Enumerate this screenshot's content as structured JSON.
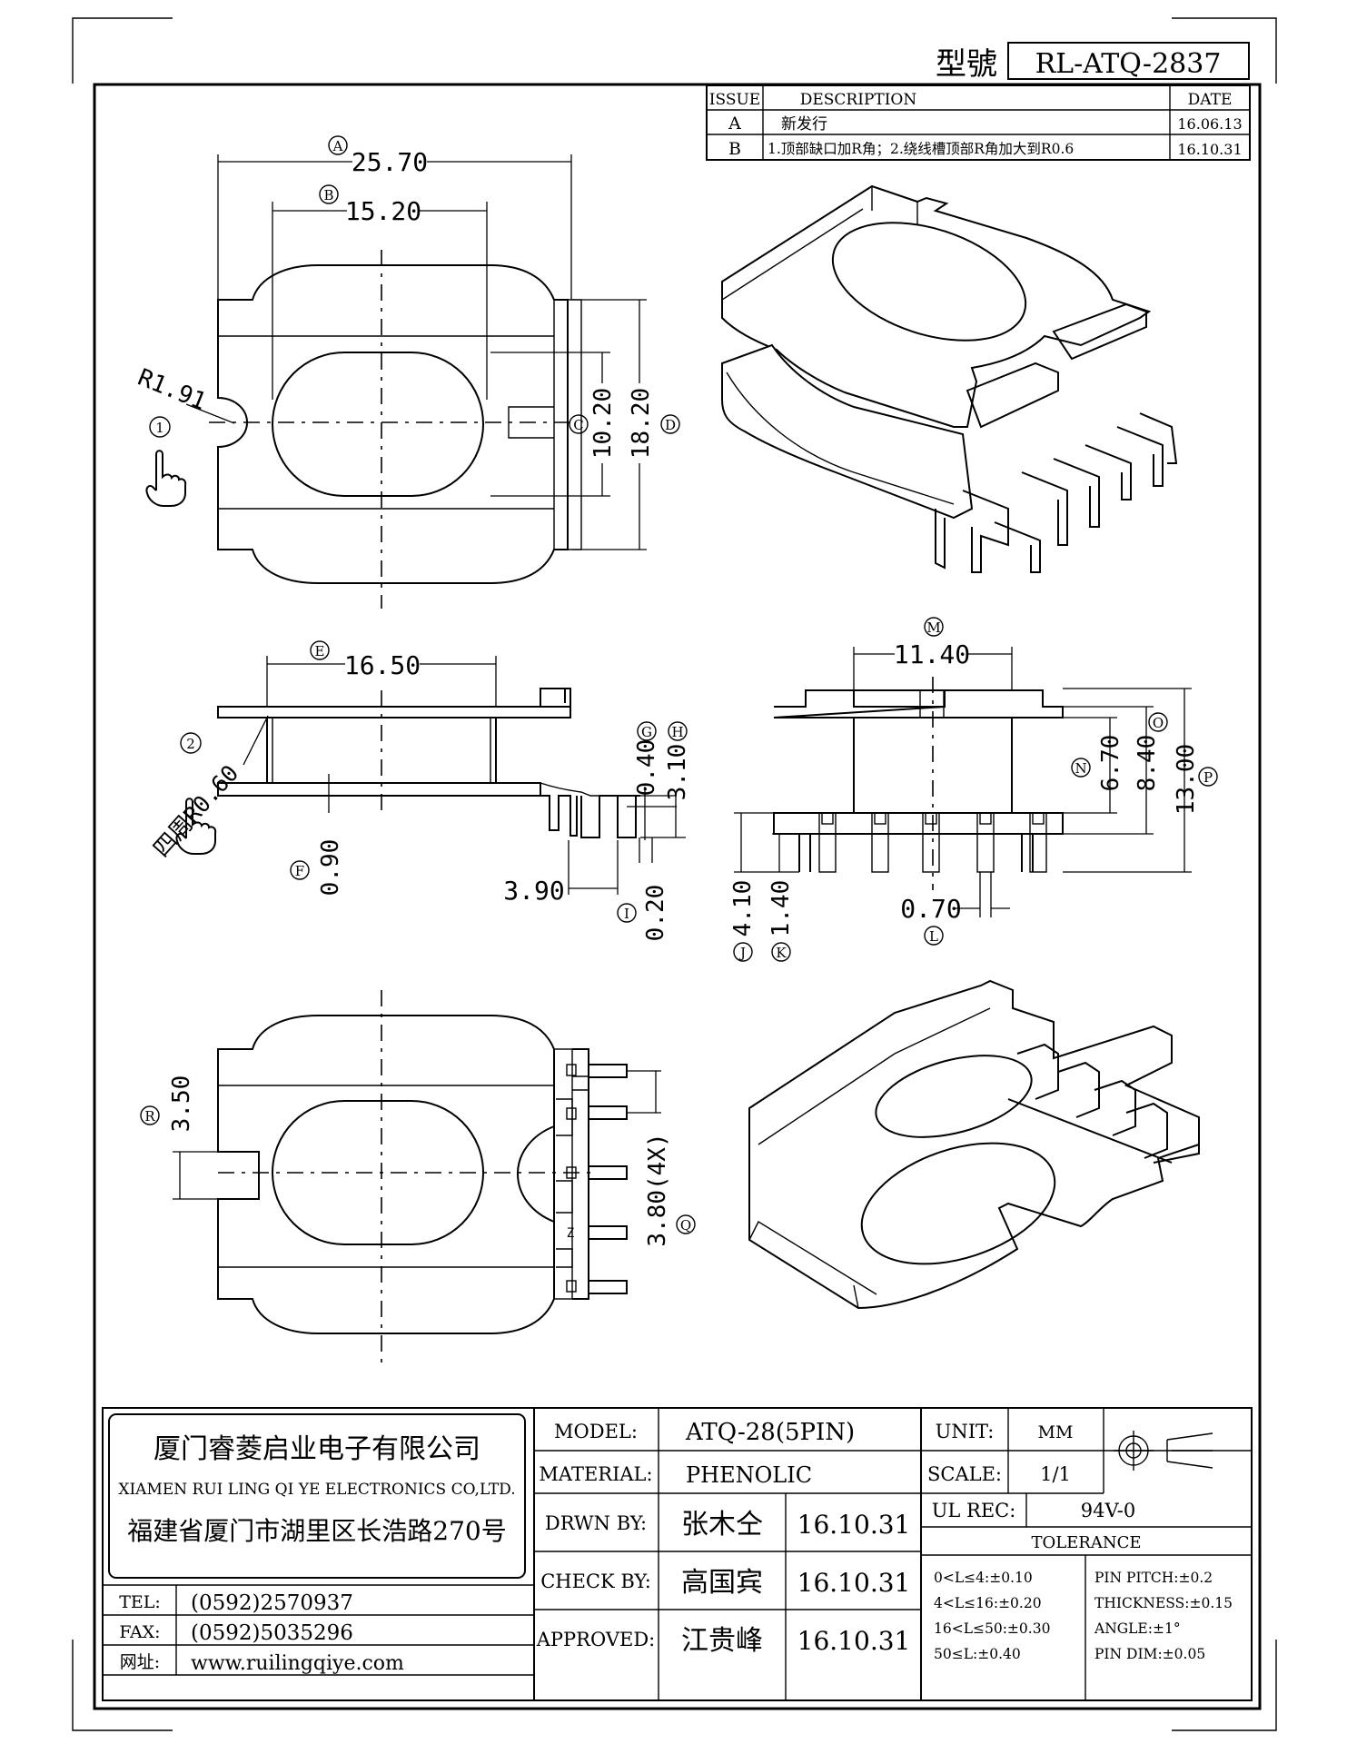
{
  "header": {
    "model_label": "型號",
    "model_value": "RL-ATQ-2837"
  },
  "revision_table": {
    "headers": [
      "ISSUE",
      "DESCRIPTION",
      "DATE"
    ],
    "rows": [
      {
        "issue": "A",
        "description": "新发行",
        "date": "16.06.13"
      },
      {
        "issue": "B",
        "description": "1.顶部缺口加R角；2.绕线槽顶部R角加大到R0.6",
        "date": "16.10.31"
      }
    ]
  },
  "dimensions": {
    "A": {
      "letter": "A",
      "value": "25.70"
    },
    "B": {
      "letter": "B",
      "value": "15.20"
    },
    "C": {
      "letter": "C",
      "value": "10.20"
    },
    "D": {
      "letter": "D",
      "value": "18.20"
    },
    "E": {
      "letter": "E",
      "value": "16.50"
    },
    "F": {
      "letter": "F",
      "value": "0.90"
    },
    "G": {
      "letter": "G",
      "value": "0.40"
    },
    "H": {
      "letter": "H",
      "value": "3.10"
    },
    "I": {
      "letter": "I",
      "value": "3.90"
    },
    "I2": {
      "value": "0.20"
    },
    "J": {
      "letter": "J",
      "value": "4.10"
    },
    "K": {
      "letter": "K",
      "value": "1.40"
    },
    "L": {
      "letter": "L",
      "value": "0.70"
    },
    "M": {
      "letter": "M",
      "value": "11.40"
    },
    "N": {
      "letter": "N",
      "value": "6.70"
    },
    "O": {
      "letter": "O",
      "value": "8.40"
    },
    "P": {
      "letter": "P",
      "value": "13.00"
    },
    "Q": {
      "letter": "Q",
      "value": "3.80(4X)"
    },
    "R": {
      "letter": "R",
      "value": "3.50"
    }
  },
  "notes": {
    "note1_number": "1",
    "note1_text": "R1.91",
    "note2_number": "2",
    "note2_text": "四周R0.60"
  },
  "pin_mark": "Z",
  "title_block": {
    "company_cn": "厦门睿菱启业电子有限公司",
    "company_en": "XIAMEN RUI LING QI YE ELECTRONICS CO,LTD.",
    "address": "福建省厦门市湖里区长浩路270号",
    "tel_label": "TEL:",
    "tel": "(0592)2570937",
    "fax_label": "FAX:",
    "fax": "(0592)5035296",
    "web_label": "网址:",
    "web": "www.ruilingqiye.com",
    "model_label": "MODEL:",
    "model": "ATQ-28(5PIN)",
    "material_label": "MATERIAL:",
    "material": "PHENOLIC",
    "drwn_label": "DRWN BY:",
    "drwn_name": "张木仝",
    "drwn_date": "16.10.31",
    "check_label": "CHECK BY:",
    "check_name": "高国宾",
    "check_date": "16.10.31",
    "approved_label": "APPROVED:",
    "approved_name": "江贵峰",
    "approved_date": "16.10.31",
    "unit_label": "UNIT:",
    "unit": "MM",
    "scale_label": "SCALE:",
    "scale": "1/1",
    "ul_label": "UL REC:",
    "ul": "94V-0",
    "tolerance_label": "TOLERANCE",
    "tolerances_left": [
      "0<L≤4:±0.10",
      "4<L≤16:±0.20",
      "16<L≤50:±0.30",
      "50≤L:±0.40"
    ],
    "tolerances_right": [
      "PIN PITCH:±0.2",
      "THICKNESS:±0.15",
      "ANGLE:±1°",
      "PIN DIM:±0.05"
    ]
  },
  "icons": {
    "projection": "first-angle-projection-icon",
    "hand": "pointing-hand-icon"
  }
}
